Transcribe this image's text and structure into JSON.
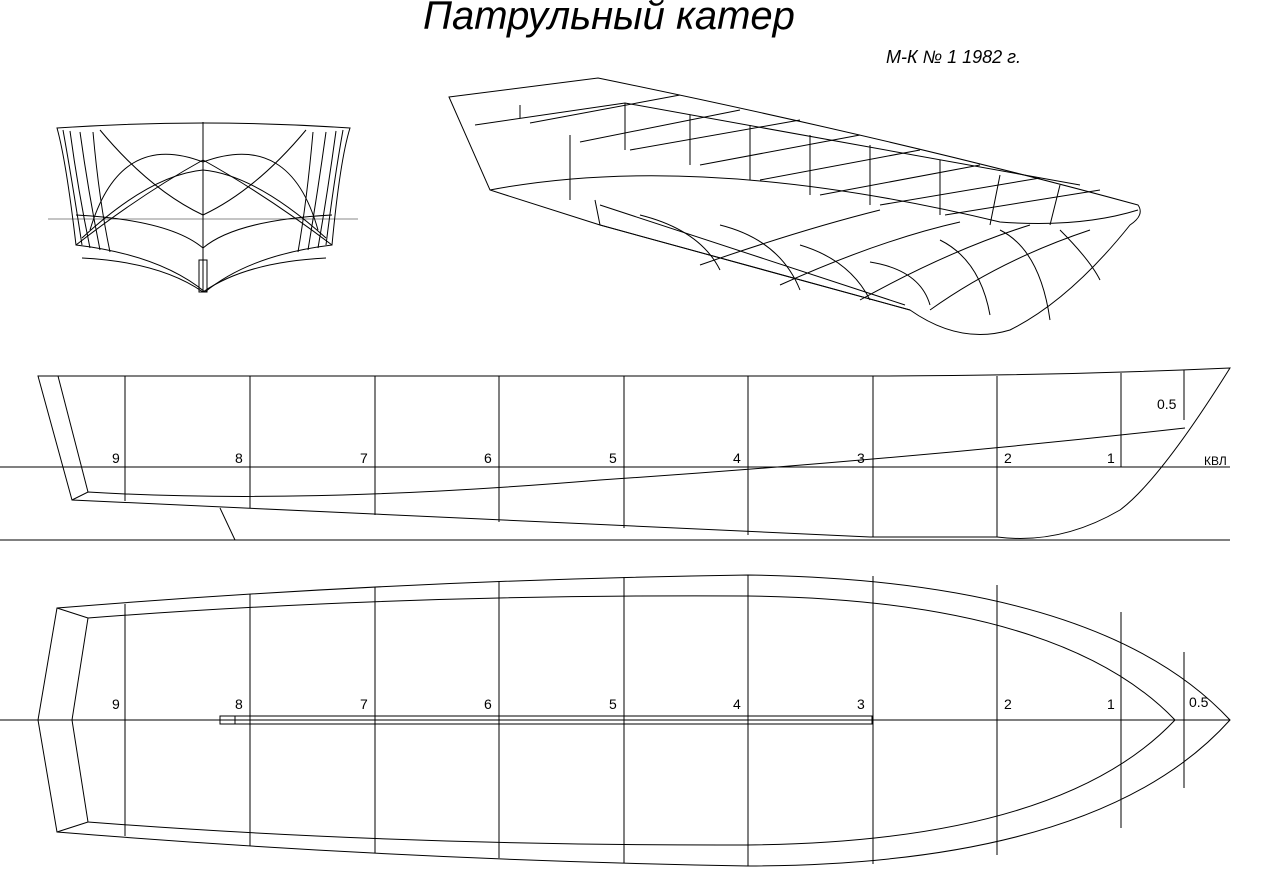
{
  "title": "Патрульный катер",
  "source": "М-К № 1 1982 г.",
  "waterline_label": "КВЛ",
  "stations": [
    "9",
    "8",
    "7",
    "6",
    "5",
    "4",
    "3",
    "2",
    "1",
    "0.5"
  ],
  "colors": {
    "line": "#000000",
    "background": "#ffffff"
  }
}
